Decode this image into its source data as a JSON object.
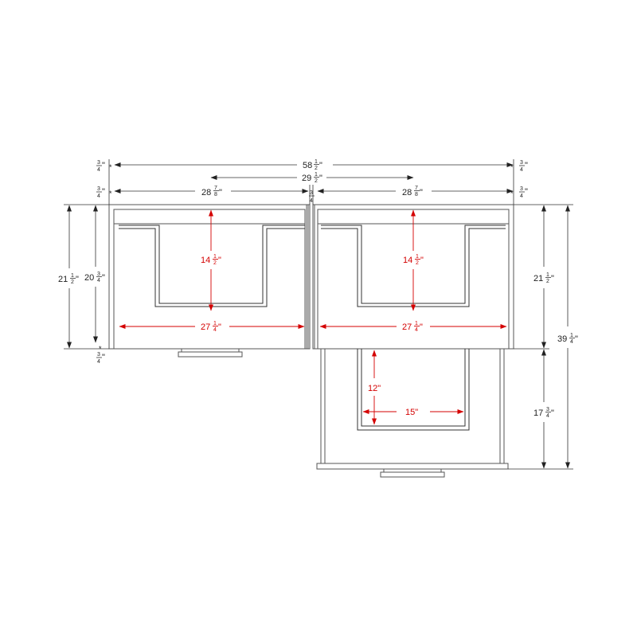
{
  "dimensions": {
    "total_width": {
      "whole": "58",
      "frac_num": "1",
      "frac_den": "2",
      "unit": "\""
    },
    "upper_width": {
      "whole": "29",
      "frac_num": "1",
      "frac_den": "2",
      "unit": "\""
    },
    "left_width": {
      "whole": "28",
      "frac_num": "7",
      "frac_den": "8",
      "unit": "\""
    },
    "right_width": {
      "whole": "28",
      "frac_num": "7",
      "frac_den": "8",
      "unit": "\""
    },
    "panel_left_top": {
      "frac_num": "3",
      "frac_den": "4",
      "unit": "\""
    },
    "panel_right_top": {
      "frac_num": "3",
      "frac_den": "4",
      "unit": "\""
    },
    "panel_left_mid": {
      "frac_num": "3",
      "frac_den": "4",
      "unit": "\""
    },
    "panel_right_mid": {
      "frac_num": "3",
      "frac_den": "4",
      "unit": "\""
    },
    "panel_center": {
      "frac_num": "3",
      "frac_den": "4"
    },
    "panel_bottom_left": {
      "frac_num": "3",
      "frac_den": "4",
      "unit": "\""
    },
    "left_depth": {
      "whole": "21",
      "frac_num": "1",
      "frac_den": "2",
      "unit": "\""
    },
    "left_inner_depth": {
      "whole": "20",
      "frac_num": "3",
      "frac_den": "4",
      "unit": "\""
    },
    "right_depth": {
      "whole": "21",
      "frac_num": "1",
      "frac_den": "2",
      "unit": "\""
    },
    "overall_depth": {
      "whole": "39",
      "frac_num": "1",
      "frac_den": "4",
      "unit": "\""
    },
    "lower_depth": {
      "whole": "17",
      "frac_num": "3",
      "frac_den": "4",
      "unit": "\""
    },
    "left_drawer_depth": {
      "whole": "14",
      "frac_num": "1",
      "frac_den": "2",
      "unit": "\""
    },
    "right_drawer_depth": {
      "whole": "14",
      "frac_num": "1",
      "frac_den": "2",
      "unit": "\""
    },
    "left_drawer_width": {
      "whole": "27",
      "frac_num": "1",
      "frac_den": "4",
      "unit": "\""
    },
    "right_drawer_width": {
      "whole": "27",
      "frac_num": "1",
      "frac_den": "4",
      "unit": "\""
    },
    "lower_drawer_depth": {
      "text": "12\""
    },
    "lower_drawer_width": {
      "text": "15\""
    }
  },
  "colors": {
    "dimension_red": "#d40000",
    "line": "#555555",
    "background": "#ffffff"
  }
}
